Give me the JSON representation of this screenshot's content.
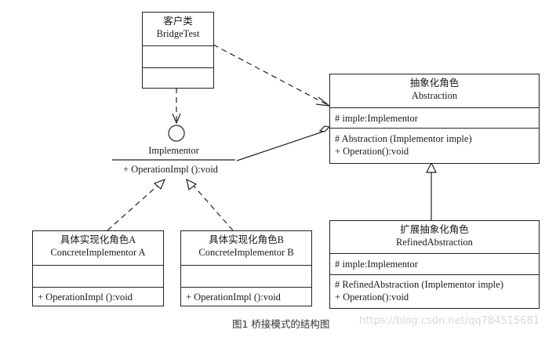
{
  "classes": {
    "client": {
      "cn": "客户类",
      "en": "BridgeTest",
      "attributes": [],
      "operations": []
    },
    "abstraction": {
      "cn": "抽象化角色",
      "en": "Abstraction",
      "attributes": [
        "# imple:Implementor"
      ],
      "operations": [
        "# Abstraction (Implementor imple)",
        "+ Operation():void"
      ]
    },
    "refined": {
      "cn": "扩展抽象化角色",
      "en": "RefinedAbstraction",
      "attributes": [
        "# imple:Implementor"
      ],
      "operations": [
        "# RefinedAbstraction (Implementor imple)",
        "+ Operation():void"
      ]
    },
    "implementor": {
      "name": "Implementor",
      "operation": "+ OperationImpl ():void"
    },
    "concreteA": {
      "cn": "具体实现化角色A",
      "en": "ConcreteImplementor A",
      "attributes": [],
      "operations": [
        "+ OperationImpl ():void"
      ]
    },
    "concreteB": {
      "cn": "具体实现化角色B",
      "en": "ConcreteImplementor B",
      "attributes": [],
      "operations": [
        "+ OperationImpl ():void"
      ]
    }
  },
  "relationships": [
    {
      "from": "BridgeTest",
      "to": "Abstraction",
      "type": "dependency"
    },
    {
      "from": "BridgeTest",
      "to": "Implementor",
      "type": "dependency"
    },
    {
      "from": "Abstraction",
      "to": "Implementor",
      "type": "aggregation"
    },
    {
      "from": "RefinedAbstraction",
      "to": "Abstraction",
      "type": "generalization"
    },
    {
      "from": "ConcreteImplementor A",
      "to": "Implementor",
      "type": "realization"
    },
    {
      "from": "ConcreteImplementor B",
      "to": "Implementor",
      "type": "realization"
    }
  ],
  "caption": "图1 桥接模式的结构图",
  "watermark": "https://blog.csdn.net/qq784515681"
}
